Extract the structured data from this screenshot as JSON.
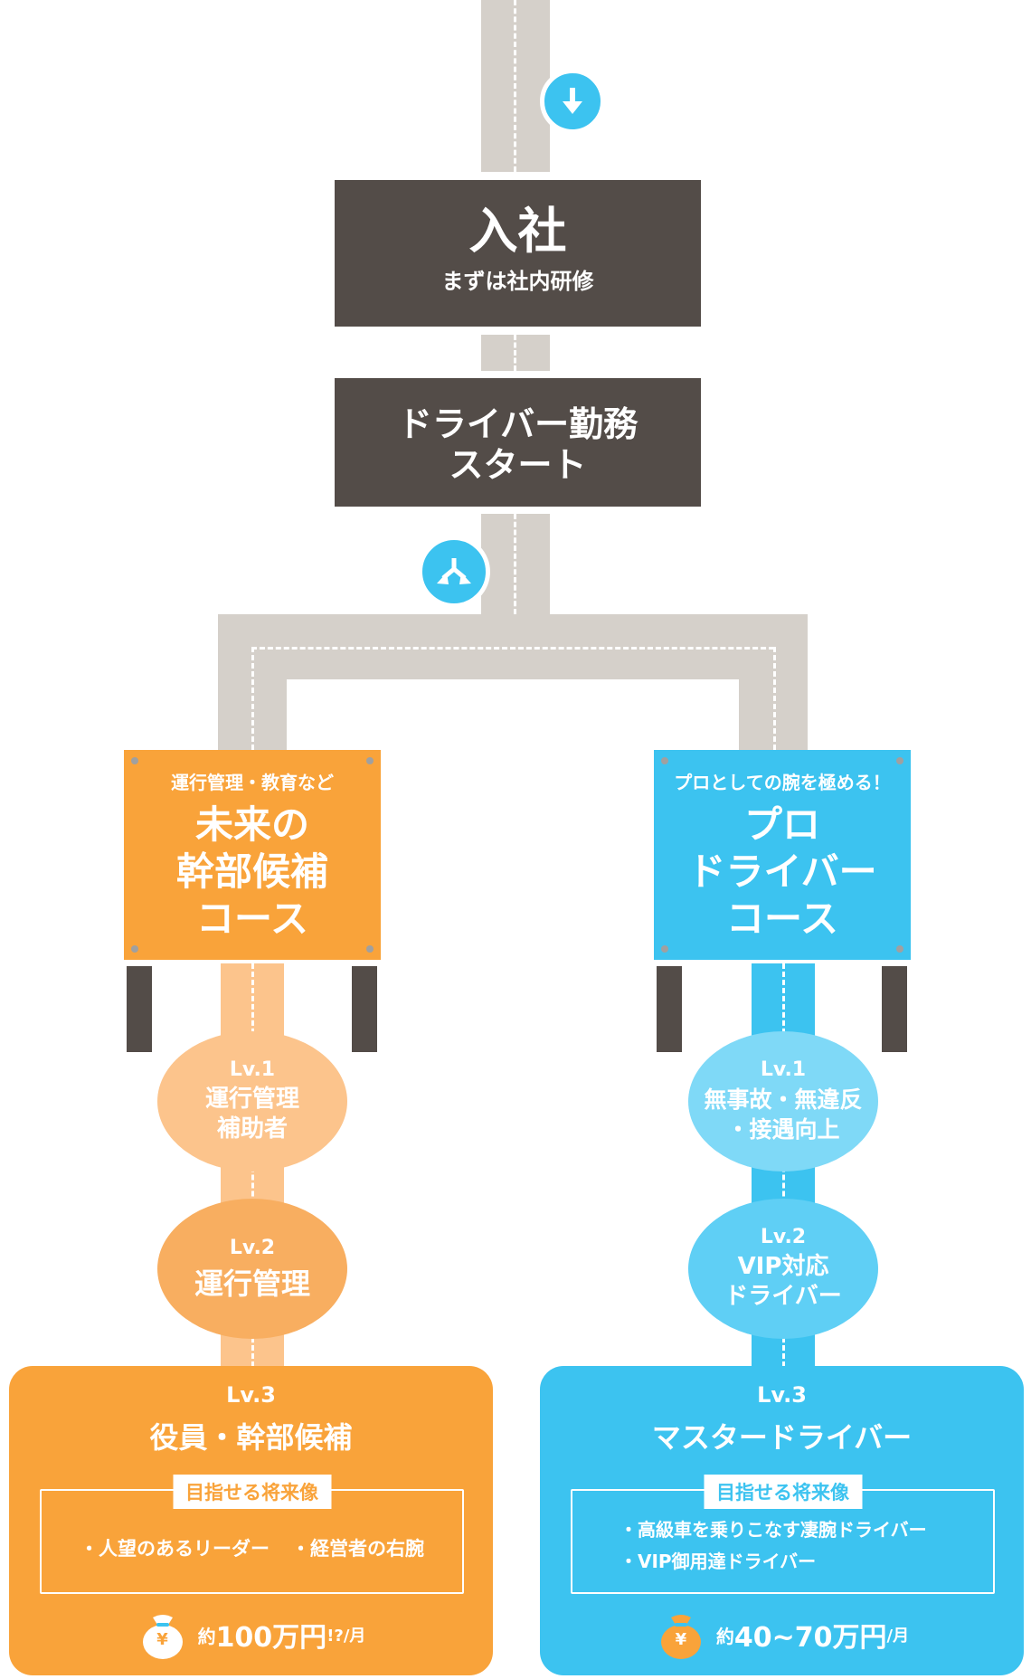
{
  "colors": {
    "road": "#d5d0ca",
    "dark": "#534c48",
    "accent_blue": "#3cc3f0",
    "orange": "#f9a33a",
    "orange_light": "#fcc48c",
    "orange_mid": "#f8ae60",
    "blue_light": "#7fd9f7",
    "blue_mid": "#5fcff5"
  },
  "icons": {
    "top": "arrow-down-icon",
    "split": "split-arrow-icon",
    "money": "money-bag-icon"
  },
  "join": {
    "title": "入社",
    "subtitle": "まずは社内研修"
  },
  "driver_start": {
    "line1": "ドライバー勤務",
    "line2": "スタート"
  },
  "left_course": {
    "tagline": "運行管理・教育など",
    "title_lines": [
      "未来の",
      "幹部候補",
      "コース"
    ],
    "lv1": {
      "level": "Lv.1",
      "lines": [
        "運行管理",
        "補助者"
      ]
    },
    "lv2": {
      "level": "Lv.2",
      "lines": [
        "運行管理"
      ]
    },
    "lv3": {
      "level": "Lv.3",
      "title": "役員・幹部候補",
      "goal_label": "目指せる将来像",
      "goals": [
        "・人望のあるリーダー",
        "・経営者の右腕"
      ],
      "salary_prefix": "約",
      "salary_amount": "100万円",
      "salary_suffix": "!?/月",
      "money_symbol": "¥"
    }
  },
  "right_course": {
    "tagline": "プロとしての腕を極める！",
    "title_lines": [
      "プロ",
      "ドライバー",
      "コース"
    ],
    "lv1": {
      "level": "Lv.1",
      "lines": [
        "無事故・無違反",
        "・接遇向上"
      ]
    },
    "lv2": {
      "level": "Lv.2",
      "lines": [
        "VIP対応",
        "ドライバー"
      ]
    },
    "lv3": {
      "level": "Lv.3",
      "title": "マスタードライバー",
      "goal_label": "目指せる将来像",
      "goals": [
        "・高級車を乗りこなす凄腕ドライバー",
        "・VIP御用達ドライバー"
      ],
      "salary_prefix": "約",
      "salary_amount": "40~70万円",
      "salary_suffix": "/月",
      "money_symbol": "¥"
    }
  }
}
